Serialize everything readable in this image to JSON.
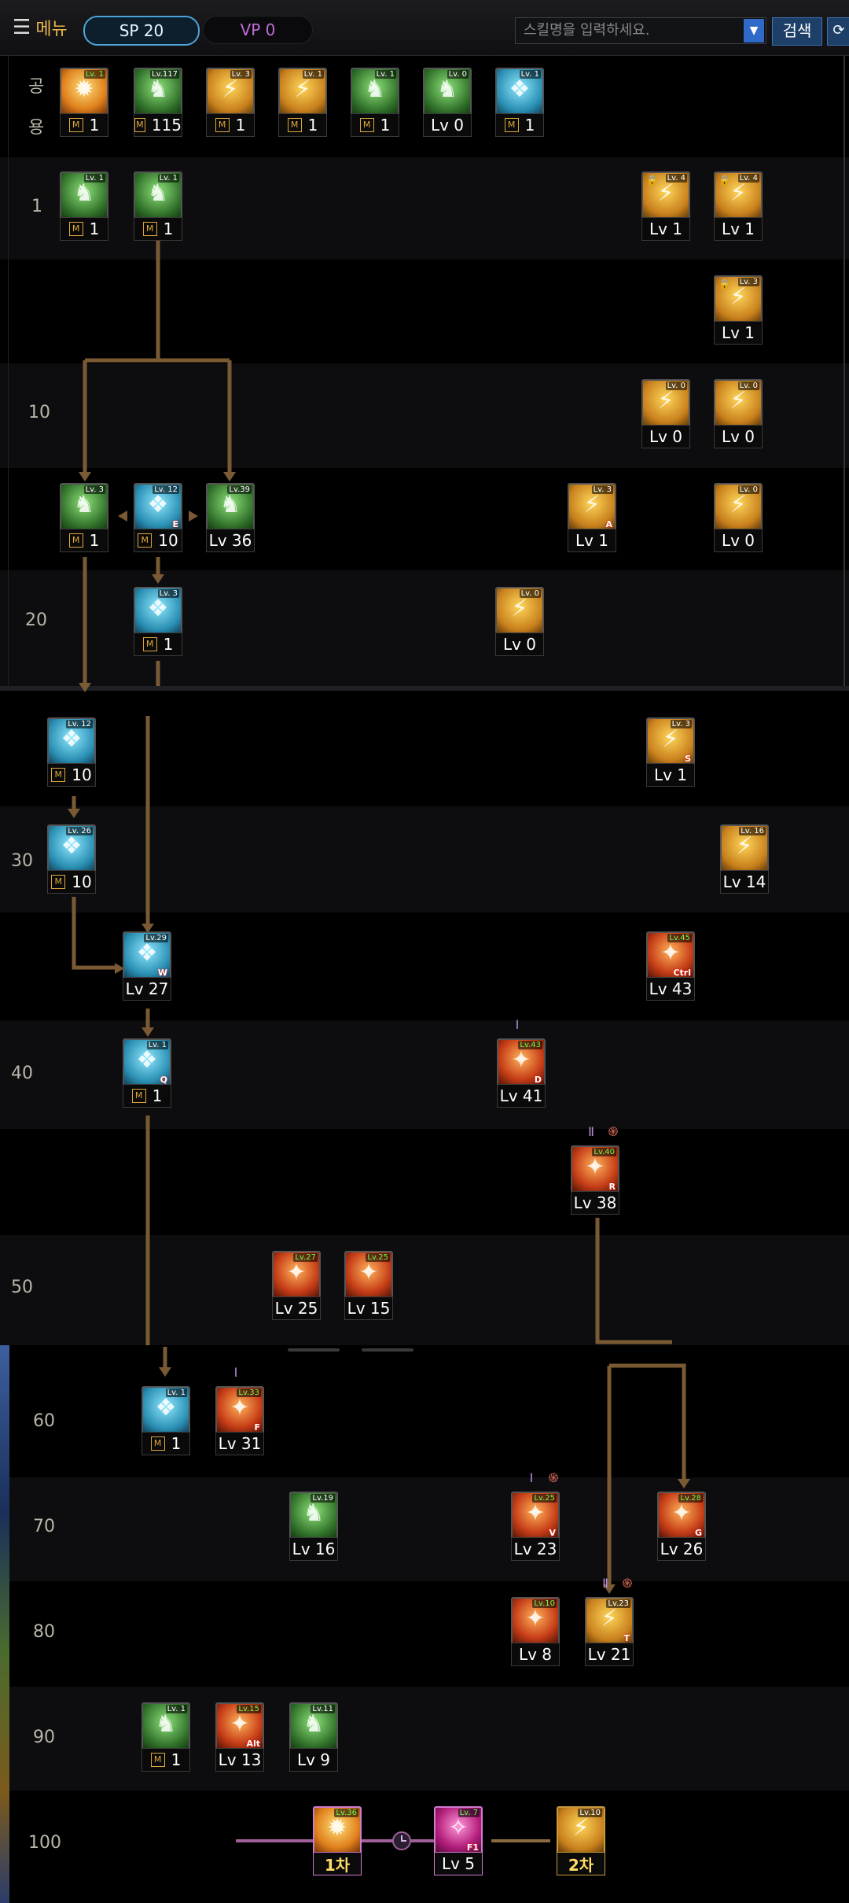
{
  "header": {
    "menu_icon": "hamburger-icon",
    "menu_label": "메뉴",
    "sp_label": "SP 20",
    "vp_label": "VP 0",
    "search_placeholder": "스킬명을 입력하세요.",
    "search_button": "검색",
    "refresh_icon": "refresh-icon"
  },
  "level_labels": [
    "공",
    "용",
    "1",
    "10",
    "20",
    "30",
    "40",
    "50",
    "60",
    "70",
    "80",
    "90",
    "100"
  ],
  "skills": [
    {
      "id": "c1",
      "label": "1",
      "m": true,
      "color": "orange",
      "tag": "Lv. 1",
      "icon": "burst-icon"
    },
    {
      "id": "c2",
      "label": "115",
      "m": true,
      "color": "green",
      "tag": "Lv.117",
      "icon": "rush-icon"
    },
    {
      "id": "c3",
      "label": "1",
      "m": true,
      "color": "gold",
      "tag": "Lv. 3",
      "icon": "kick-icon"
    },
    {
      "id": "c4",
      "label": "1",
      "m": true,
      "color": "gold",
      "tag": "Lv. 1",
      "icon": "slide-icon"
    },
    {
      "id": "c5",
      "label": "1",
      "m": true,
      "color": "green",
      "tag": "Lv. 1",
      "icon": "dash-icon"
    },
    {
      "id": "c6",
      "label": "Lv 0",
      "m": false,
      "color": "green",
      "tag": "Lv. 0",
      "icon": "target-icon"
    },
    {
      "id": "c7",
      "label": "1",
      "m": true,
      "color": "cyan",
      "tag": "Lv. 1",
      "icon": "wing-icon"
    },
    {
      "id": "s1a",
      "label": "1",
      "m": true,
      "color": "green",
      "tag": "Lv. 1",
      "icon": "fist-icon"
    },
    {
      "id": "s1b",
      "label": "1",
      "m": true,
      "color": "green",
      "tag": "Lv. 1",
      "icon": "stance-icon"
    },
    {
      "id": "s1c",
      "label": "Lv 1",
      "m": false,
      "color": "gold",
      "tag": "Lv. 4",
      "icon": "locked-kick-icon"
    },
    {
      "id": "s1d",
      "label": "Lv 1",
      "m": false,
      "color": "gold",
      "tag": "Lv. 4",
      "icon": "locked-strike-icon"
    },
    {
      "id": "s5",
      "label": "Lv 1",
      "m": false,
      "color": "gold",
      "tag": "Lv. 3",
      "icon": "locked-punch-icon"
    },
    {
      "id": "s10a",
      "label": "Lv 0",
      "m": false,
      "color": "gold",
      "tag": "Lv. 0",
      "icon": "slash-icon"
    },
    {
      "id": "s10b",
      "label": "Lv 0",
      "m": false,
      "color": "gold",
      "tag": "Lv. 0",
      "icon": "lightning-icon"
    },
    {
      "id": "s15a",
      "label": "1",
      "m": true,
      "color": "green",
      "tag": "Lv. 3",
      "icon": "orb-icon"
    },
    {
      "id": "s15b",
      "label": "10",
      "m": true,
      "color": "cyan",
      "tag": "Lv. 12",
      "icon": "jump-icon",
      "key": "E"
    },
    {
      "id": "s15c",
      "label": "Lv 36",
      "m": false,
      "color": "green",
      "tag": "Lv.39",
      "icon": "sphere-icon"
    },
    {
      "id": "s15d",
      "label": "Lv 1",
      "m": false,
      "color": "gold",
      "tag": "Lv. 3",
      "icon": "flying-kick-icon",
      "key": "A"
    },
    {
      "id": "s15e",
      "label": "Lv 0",
      "m": false,
      "color": "gold",
      "tag": "Lv. 0",
      "icon": "spin-kick-icon"
    },
    {
      "id": "s20a",
      "label": "1",
      "m": true,
      "color": "cyan",
      "tag": "Lv. 3",
      "icon": "body-icon"
    },
    {
      "id": "s20b",
      "label": "Lv 0",
      "m": false,
      "color": "gold",
      "tag": "Lv. 0",
      "icon": "uppercut-icon"
    },
    {
      "id": "s25a",
      "label": "10",
      "m": true,
      "color": "cyan",
      "tag": "Lv. 12",
      "icon": "blade-icon"
    },
    {
      "id": "s25b",
      "label": "Lv 1",
      "m": false,
      "color": "gold",
      "tag": "Lv. 3",
      "icon": "sweep-icon",
      "key": "S"
    },
    {
      "id": "s30a",
      "label": "10",
      "m": true,
      "color": "cyan",
      "tag": "Lv. 26",
      "icon": "combo-icon"
    },
    {
      "id": "s30b",
      "label": "Lv 14",
      "m": false,
      "color": "gold",
      "tag": "Lv. 16",
      "icon": "ring-icon"
    },
    {
      "id": "s35a",
      "label": "Lv 27",
      "m": false,
      "color": "cyan",
      "tag": "Lv.29",
      "icon": "shield-icon",
      "key": "W"
    },
    {
      "id": "s35b",
      "label": "Lv 43",
      "m": false,
      "color": "red",
      "tag": "Lv.45",
      "icon": "moon-icon",
      "key": "Ctrl"
    },
    {
      "id": "s40a",
      "label": "1",
      "m": true,
      "color": "cyan",
      "tag": "Lv. 1",
      "icon": "armor-icon",
      "key": "Q"
    },
    {
      "id": "s40b",
      "label": "Lv 41",
      "m": false,
      "color": "red",
      "tag": "Lv.43",
      "icon": "diamond-icon",
      "key": "D"
    },
    {
      "id": "s45",
      "label": "Lv 38",
      "m": false,
      "color": "red",
      "tag": "Lv.40",
      "icon": "beam-icon",
      "key": "R"
    },
    {
      "id": "s50a",
      "label": "Lv 25",
      "m": false,
      "color": "red",
      "tag": "Lv.27",
      "icon": "aura-icon"
    },
    {
      "id": "s50b",
      "label": "Lv 15",
      "m": false,
      "color": "red",
      "tag": "Lv.25",
      "icon": "warning-icon"
    },
    {
      "id": "s60a",
      "label": "1",
      "m": true,
      "color": "cyan",
      "tag": "Lv. 1",
      "icon": "zigzag-icon"
    },
    {
      "id": "s60b",
      "label": "Lv 31",
      "m": false,
      "color": "red",
      "tag": "Lv.33",
      "icon": "star-icon",
      "key": "F"
    },
    {
      "id": "s70a",
      "label": "Lv 16",
      "m": false,
      "color": "green",
      "tag": "Lv.19",
      "icon": "blade-dash-icon"
    },
    {
      "id": "s70b",
      "label": "Lv 23",
      "m": false,
      "color": "red",
      "tag": "Lv.25",
      "icon": "cross-icon",
      "key": "V"
    },
    {
      "id": "s70c",
      "label": "Lv 26",
      "m": false,
      "color": "red",
      "tag": "Lv.28",
      "icon": "fire-icon",
      "key": "G"
    },
    {
      "id": "s80a",
      "label": "Lv 8",
      "m": false,
      "color": "red",
      "tag": "Lv.10",
      "icon": "split-icon"
    },
    {
      "id": "s80b",
      "label": "Lv 21",
      "m": false,
      "color": "gold",
      "tag": "Lv.23",
      "icon": "flip-icon",
      "key": "T"
    },
    {
      "id": "s90a",
      "label": "1",
      "m": true,
      "color": "green",
      "tag": "Lv. 1",
      "icon": "fighter-icon"
    },
    {
      "id": "s90b",
      "label": "Lv 13",
      "m": false,
      "color": "red",
      "tag": "Lv.15",
      "icon": "blast-icon",
      "key": "Alt"
    },
    {
      "id": "s90c",
      "label": "Lv 9",
      "m": false,
      "color": "green",
      "tag": "Lv.11",
      "icon": "meditate-icon"
    },
    {
      "id": "s100a",
      "label": "1차",
      "m": false,
      "color": "orange",
      "tag": "Lv.36",
      "icon": "awakening-icon"
    },
    {
      "id": "s100b",
      "label": "Lv 5",
      "m": false,
      "color": "mag",
      "tag": "Lv. 7",
      "icon": "ultimate-icon",
      "key": "F1"
    },
    {
      "id": "s100c",
      "label": "2차",
      "m": false,
      "color": "gold",
      "tag": "Lv.10",
      "icon": "second-awakening-icon"
    }
  ],
  "badges": {
    "roman1": "Ⅰ",
    "roman2": "Ⅱ",
    "spiral": "spiral-icon",
    "clock": "clock-icon"
  },
  "m_mark": "M",
  "colors": {
    "accent": "#e6b64c",
    "sp_border": "#4da4d8",
    "vp_text": "#c06cd6",
    "line": "#7a5a34"
  }
}
